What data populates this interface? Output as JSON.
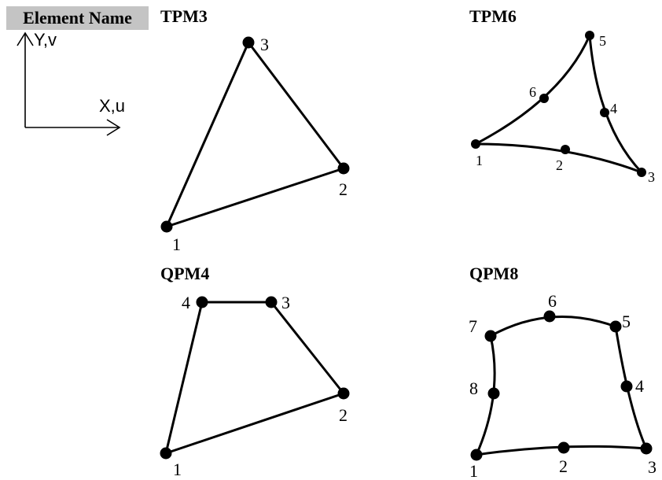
{
  "header": {
    "label": "Element Name"
  },
  "axes": {
    "y_label": "Y,v",
    "x_label": "X,u"
  },
  "elements": {
    "tpm3": {
      "title": "TPM3",
      "nodes": [
        "1",
        "2",
        "3"
      ]
    },
    "tpm6": {
      "title": "TPM6",
      "nodes": [
        "1",
        "2",
        "3",
        "4",
        "5",
        "6"
      ]
    },
    "qpm4": {
      "title": "QPM4",
      "nodes": [
        "1",
        "2",
        "3",
        "4"
      ]
    },
    "qpm8": {
      "title": "QPM8",
      "nodes": [
        "1",
        "2",
        "3",
        "4",
        "5",
        "6",
        "7",
        "8"
      ]
    }
  },
  "colors": {
    "header_background": "#c4c4c4",
    "line": "#000000"
  }
}
